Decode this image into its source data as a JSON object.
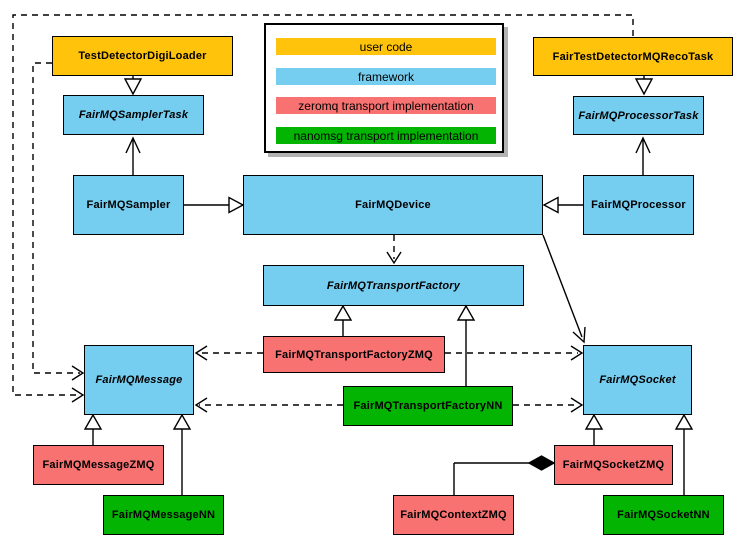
{
  "colors": {
    "user_code": "#FFC30B",
    "framework": "#75CDF0",
    "zeromq": "#F97272",
    "nanomsg": "#03B403",
    "line": "#000000",
    "legend_shadow": "#b3b3b3"
  },
  "legend": {
    "items": [
      {
        "label": "user code",
        "color_key": "user_code"
      },
      {
        "label": "framework",
        "color_key": "framework"
      },
      {
        "label": "zeromq transport implementation",
        "color_key": "zeromq"
      },
      {
        "label": "nanomsg transport implementation",
        "color_key": "nanomsg"
      }
    ]
  },
  "nodes": {
    "test_detector_digi_loader": {
      "label": "TestDetectorDigiLoader",
      "category": "user code"
    },
    "fair_test_detector_mq_reco_task": {
      "label": "FairTestDetectorMQRecoTask",
      "category": "user code"
    },
    "sampler_task": {
      "label": "FairMQSamplerTask",
      "category": "framework",
      "abstract": true
    },
    "processor_task": {
      "label": "FairMQProcessorTask",
      "category": "framework",
      "abstract": true
    },
    "sampler": {
      "label": "FairMQSampler",
      "category": "framework"
    },
    "device": {
      "label": "FairMQDevice",
      "category": "framework"
    },
    "processor": {
      "label": "FairMQProcessor",
      "category": "framework"
    },
    "transport_factory": {
      "label": "FairMQTransportFactory",
      "category": "framework",
      "abstract": true
    },
    "transport_factory_zmq": {
      "label": "FairMQTransportFactoryZMQ",
      "category": "zeromq"
    },
    "transport_factory_nn": {
      "label": "FairMQTransportFactoryNN",
      "category": "nanomsg"
    },
    "message": {
      "label": "FairMQMessage",
      "category": "framework",
      "abstract": true
    },
    "socket": {
      "label": "FairMQSocket",
      "category": "framework",
      "abstract": true
    },
    "message_zmq": {
      "label": "FairMQMessageZMQ",
      "category": "zeromq"
    },
    "message_nn": {
      "label": "FairMQMessageNN",
      "category": "nanomsg"
    },
    "context_zmq": {
      "label": "FairMQContextZMQ",
      "category": "zeromq"
    },
    "socket_zmq": {
      "label": "FairMQSocketZMQ",
      "category": "zeromq"
    },
    "socket_nn": {
      "label": "FairMQSocketNN",
      "category": "nanomsg"
    }
  }
}
